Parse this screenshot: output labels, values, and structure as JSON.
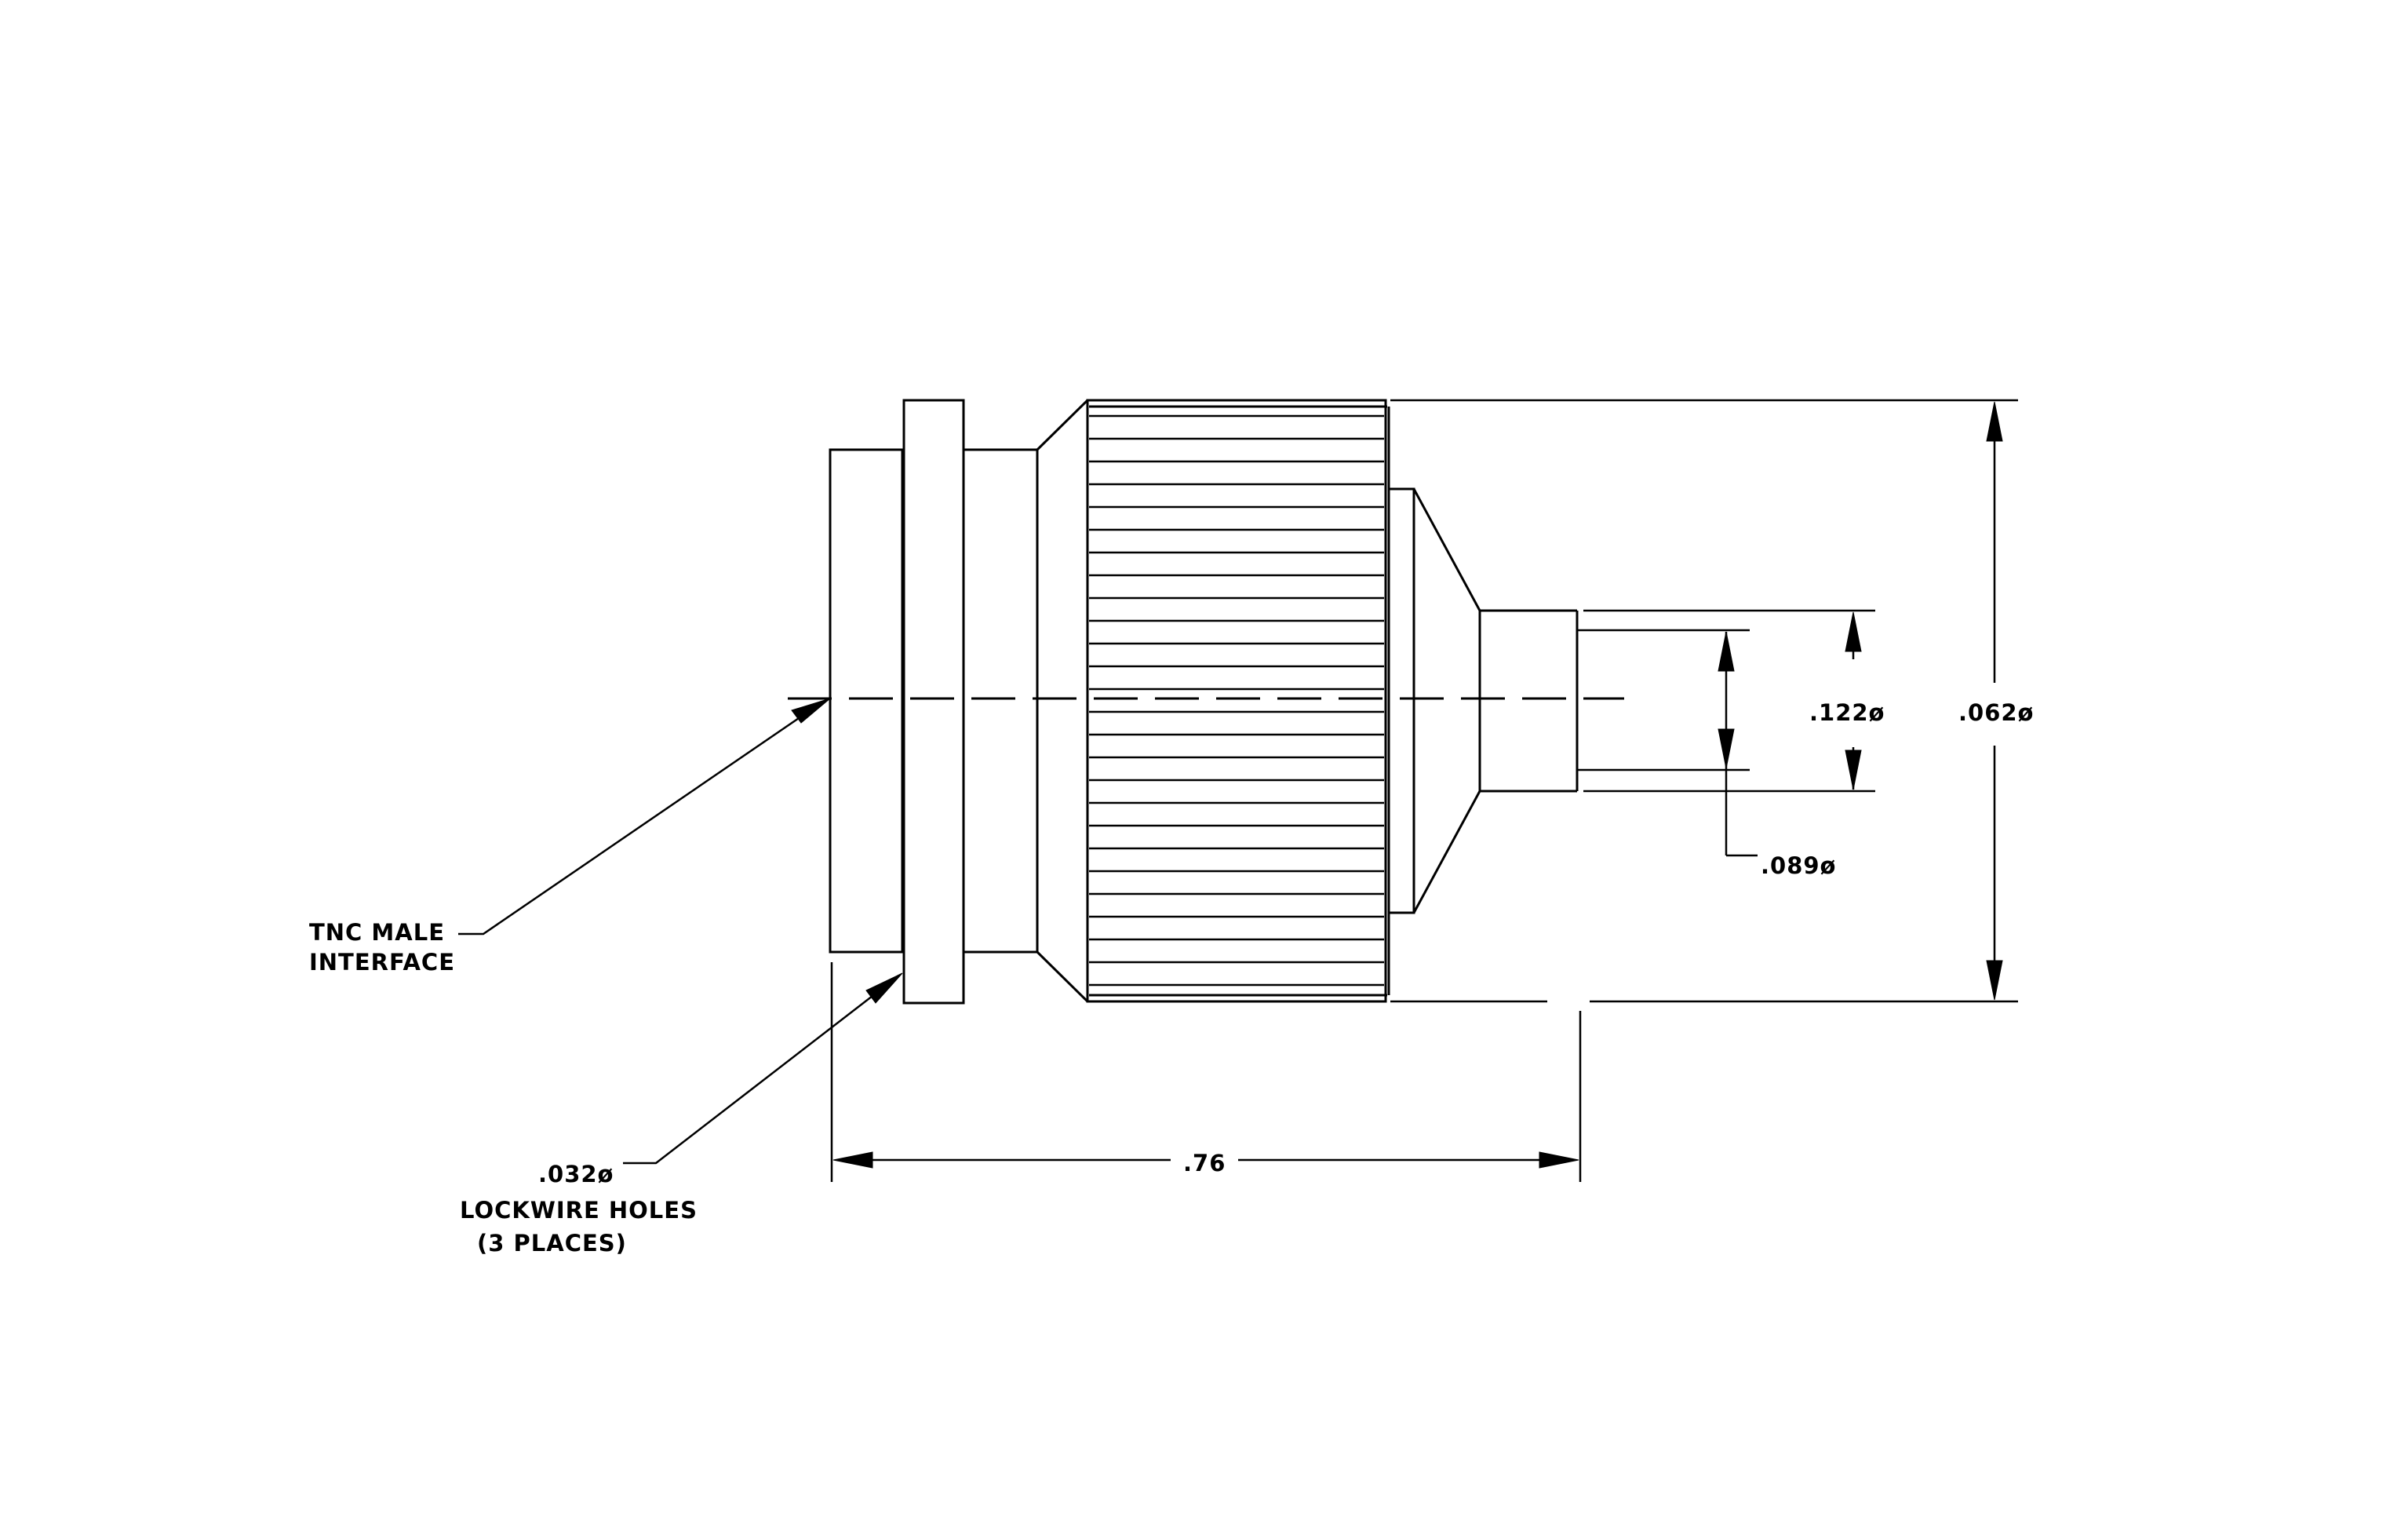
{
  "labels": {
    "tnc_line1": "TNC MALE",
    "tnc_line2": "INTERFACE",
    "holes_line1": ".032ø",
    "holes_line2": "LOCKWIRE HOLES",
    "holes_line3": "(3 PLACES)",
    "dim_length": ".76",
    "dim_outer": ".062ø",
    "dim_pin_outer": ".122ø",
    "dim_pin_inner": ".089ø"
  },
  "colors": {
    "line": "#000000",
    "background": "#ffffff"
  }
}
